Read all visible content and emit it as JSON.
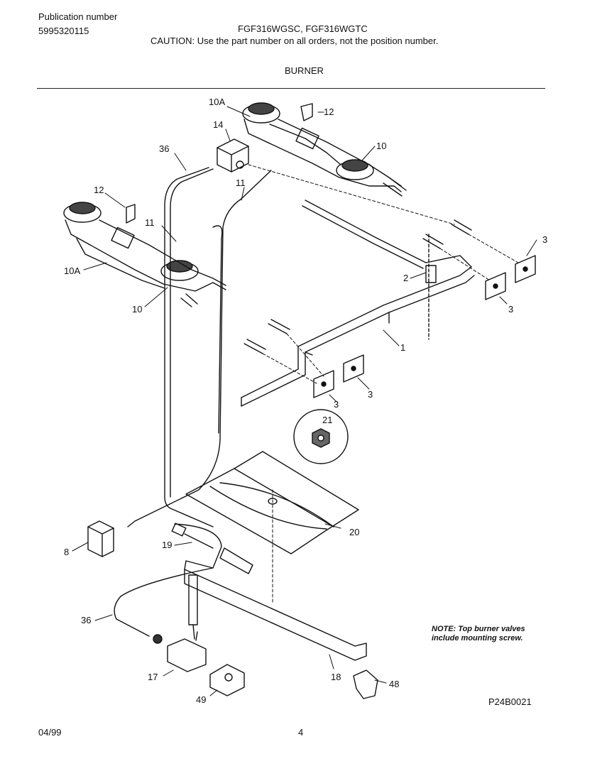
{
  "header": {
    "pub_label": "Publication number",
    "pub_number": "5995320115",
    "models": "FGF316WGSC, FGF316WGTC",
    "caution": "CAUTION:  Use the part number on all orders, not the position number.",
    "section": "BURNER"
  },
  "callouts": [
    "10A",
    "12",
    "14",
    "10",
    "36",
    "11",
    "12",
    "11",
    "10A",
    "10",
    "3",
    "2",
    "3",
    "1",
    "3",
    "3",
    "21",
    "8",
    "19",
    "20",
    "36",
    "17",
    "18",
    "49",
    "48"
  ],
  "note": {
    "line1": "NOTE: Top burner valves",
    "line2": "include mounting screw."
  },
  "diagram_code": "P24B0021",
  "footer": {
    "date": "04/99",
    "page": "4"
  }
}
